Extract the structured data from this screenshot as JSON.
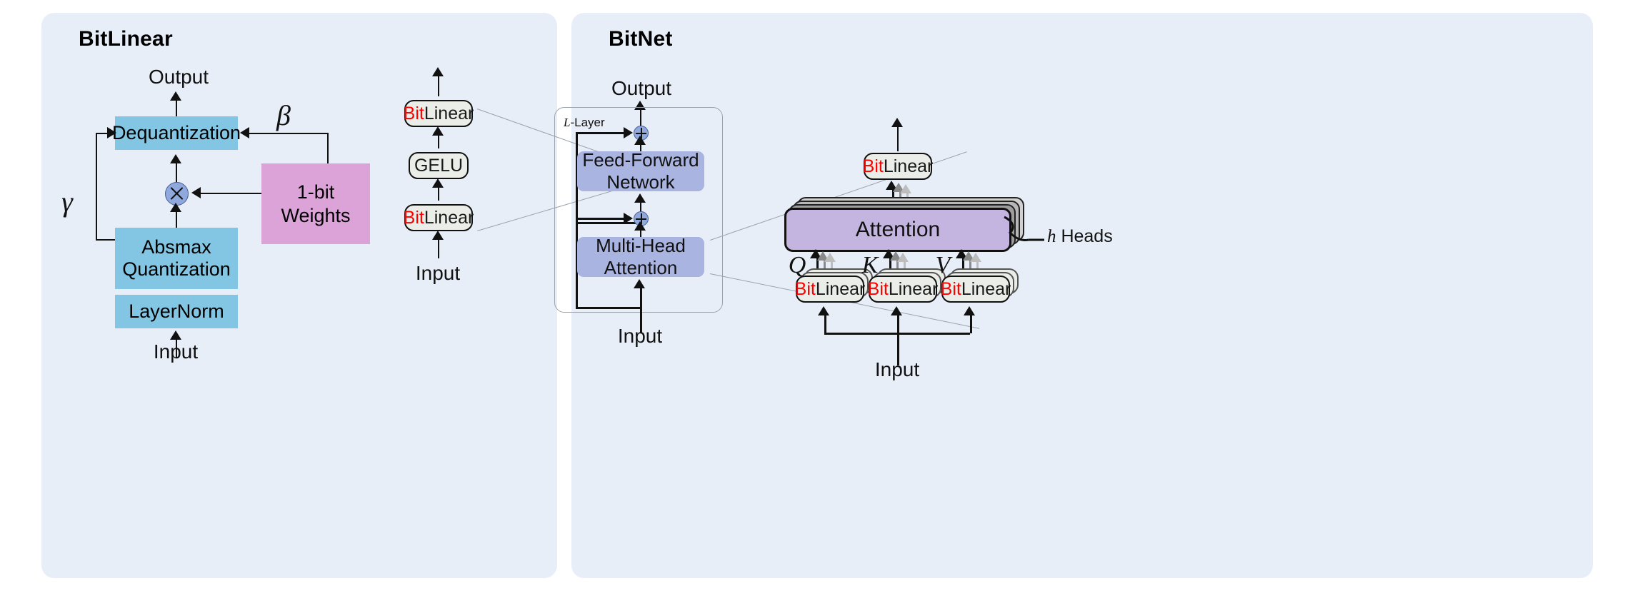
{
  "figure": {
    "type": "architecture-diagram",
    "background_color": "#e8eef8",
    "accent_colors": {
      "process_blue": "#82c6e3",
      "weights_pink": "#dca3d8",
      "transformer_lavender": "#aab4e0",
      "attention_purple": "#c3b4e0",
      "bit_red": "#ff0000",
      "pill_fill": "#ebeee8"
    }
  },
  "bitlinear_panel": {
    "title": "BitLinear",
    "output_label": "Output",
    "input_label": "Input",
    "boxes": [
      {
        "id": "dequantization",
        "label": "Dequantization",
        "color": "#82c6e3"
      },
      {
        "id": "absmax",
        "label": "Absmax\nQuantization",
        "line1": "Absmax",
        "line2": "Quantization",
        "color": "#82c6e3"
      },
      {
        "id": "layernorm",
        "label": "LayerNorm",
        "color": "#82c6e3"
      },
      {
        "id": "weights",
        "label": "1-bit\nWeights",
        "line1": "1-bit",
        "line2": "Weights",
        "color": "#dca3d8"
      }
    ],
    "symbols": {
      "gamma": "γ",
      "beta": "β",
      "multiply": "⊗"
    }
  },
  "bitnet_panel": {
    "title": "BitNet",
    "ffn_stack": {
      "input_label": "Input",
      "items": [
        {
          "prefix": "Bit",
          "suffix": "Linear"
        },
        {
          "prefix": "",
          "suffix": "GELU"
        },
        {
          "prefix": "Bit",
          "suffix": "Linear"
        }
      ]
    },
    "transformer": {
      "container_label": "L-Layer",
      "container_label_italic": "L",
      "container_label_rest": "-Layer",
      "output_label": "Output",
      "input_label": "Input",
      "blocks": [
        {
          "id": "ffn",
          "line1": "Feed-Forward",
          "line2": "Network"
        },
        {
          "id": "mha",
          "line1": "Multi-Head",
          "line2": "Attention"
        }
      ],
      "residual_symbol": "⊕"
    },
    "attention_detail": {
      "input_label": "Input",
      "output_pill": {
        "prefix": "Bit",
        "suffix": "Linear"
      },
      "attention_label": "Attention",
      "heads_label_symbol": "h",
      "heads_label_text": " Heads",
      "qkv": [
        {
          "symbol": "Q",
          "pill_prefix": "Bit",
          "pill_suffix": "Linear"
        },
        {
          "symbol": "K",
          "pill_prefix": "Bit",
          "pill_suffix": "Linear"
        },
        {
          "symbol": "V",
          "pill_prefix": "Bit",
          "pill_suffix": "Linear"
        }
      ]
    }
  }
}
